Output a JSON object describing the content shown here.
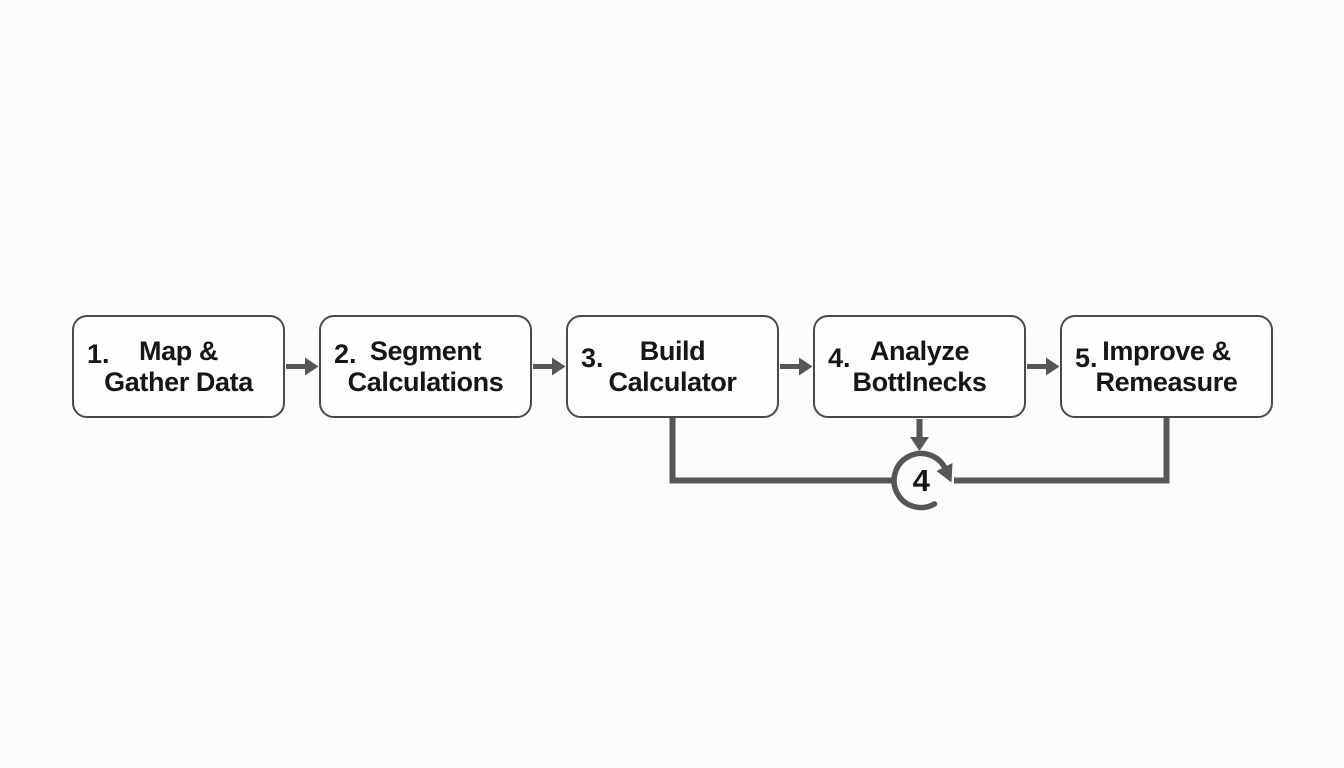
{
  "diagram": {
    "title": "process-flow",
    "steps": [
      {
        "number": "1.",
        "lines": [
          "Map &",
          "Gather Data"
        ]
      },
      {
        "number": "2.",
        "lines": [
          "Segment",
          "Calculations"
        ]
      },
      {
        "number": "3.",
        "lines": [
          "Build",
          "Calculator"
        ]
      },
      {
        "number": "4.",
        "lines": [
          "Analyze",
          "Bottlnecks"
        ]
      },
      {
        "number": "5.",
        "lines": [
          "Improve &",
          "Remeasure"
        ]
      }
    ],
    "loop": {
      "label": "4",
      "icon": "clockwise-cycle-icon"
    },
    "colors": {
      "background": "#fcfcfc",
      "box_fill": "#fefefe",
      "box_border": "#4a4a4a",
      "connector": "#565656",
      "text": "#161616"
    }
  }
}
